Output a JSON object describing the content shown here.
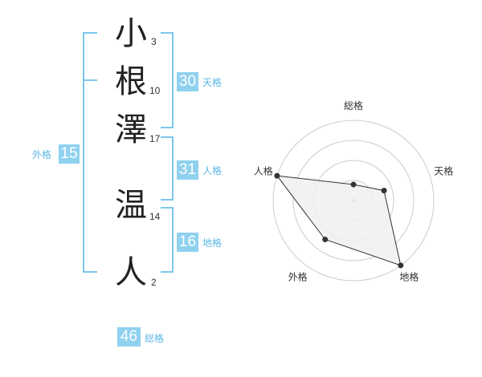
{
  "name": {
    "characters": [
      {
        "char": "小",
        "strokes": "3"
      },
      {
        "char": "根",
        "strokes": "10"
      },
      {
        "char": "澤",
        "strokes": "17"
      },
      {
        "char": "温",
        "strokes": "14"
      },
      {
        "char": "人",
        "strokes": "2"
      }
    ]
  },
  "fortunes": {
    "tenkaku": {
      "value": "30",
      "label": "天格"
    },
    "jinkaku": {
      "value": "31",
      "label": "人格"
    },
    "chikaku": {
      "value": "16",
      "label": "地格"
    },
    "gaikaku": {
      "value": "15",
      "label": "外格"
    },
    "soukaku": {
      "value": "46",
      "label": "総格"
    }
  },
  "chart_data": {
    "type": "radar",
    "axes": [
      "総格",
      "天格",
      "地格",
      "外格",
      "人格"
    ],
    "values": [
      1,
      2,
      5,
      3,
      5
    ],
    "range": [
      0,
      5
    ],
    "rings": 4,
    "colors": {
      "fill": "#f0f0f0",
      "stroke": "#333333",
      "grid": "#cccccc"
    }
  },
  "colors": {
    "accent": "#8fd1ef",
    "bracket": "#7cc6ec",
    "label": "#5bb8e4"
  }
}
